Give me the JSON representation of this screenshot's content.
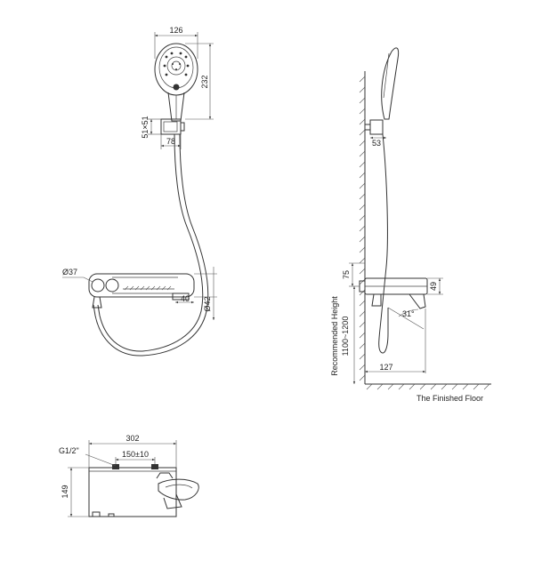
{
  "front_view": {
    "dims": {
      "head_width": "126",
      "head_height": "232",
      "holder_size": "51×51",
      "holder_depth": "78",
      "knob_dia": "Ø37",
      "shelf_dim": "40",
      "body_dia": "Ø42"
    }
  },
  "side_view": {
    "dims": {
      "holder": "53",
      "offset": "75",
      "body_height": "49",
      "rec_height_label": "Recommended Height",
      "rec_height_value": "1100~1200",
      "angle": "31°",
      "depth": "127"
    },
    "floor_label": "The Finished Floor"
  },
  "plan_view": {
    "dims": {
      "width": "302",
      "thread": "G1/2\"",
      "centers": "150±10",
      "height": "149"
    }
  }
}
